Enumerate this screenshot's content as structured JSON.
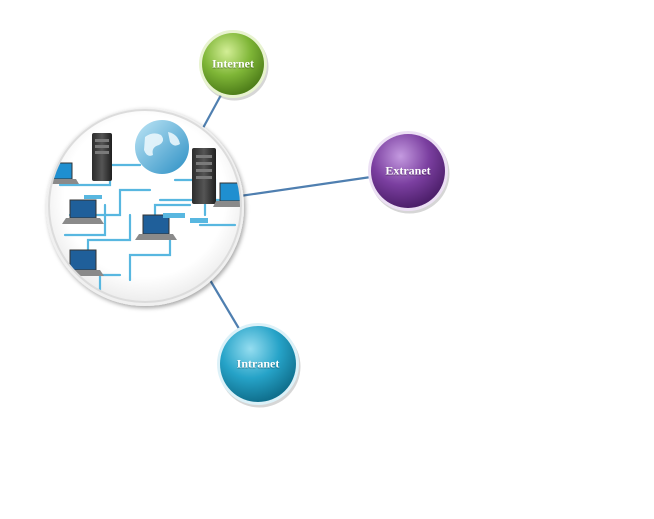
{
  "diagram": {
    "hub": {
      "icon": "network-computers-icon"
    },
    "nodes": [
      {
        "id": "internet",
        "label": "Internet",
        "color": "#7fb637",
        "color_light": "#c9e78a",
        "color_dark": "#4f7f1a"
      },
      {
        "id": "extranet",
        "label": "Extranet",
        "color": "#7b3fa0",
        "color_light": "#b98ad6",
        "color_dark": "#4d1f6b"
      },
      {
        "id": "intranet",
        "label": "Intranet",
        "color": "#26a3c8",
        "color_light": "#86d6ec",
        "color_dark": "#10708e"
      }
    ],
    "connector_color": "#4f7fb0",
    "accent_color": "#2aa7d8"
  }
}
